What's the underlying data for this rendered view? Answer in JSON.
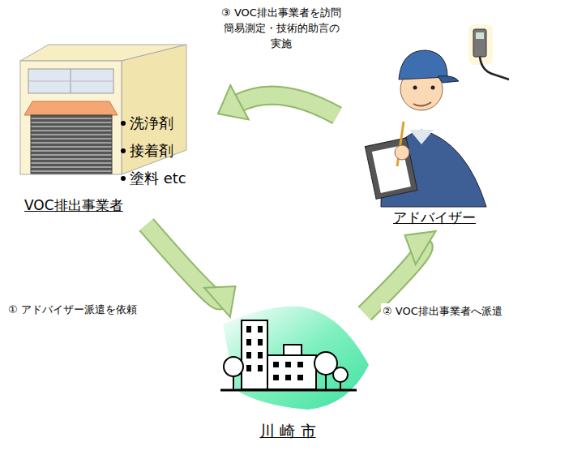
{
  "diagram": {
    "nodes": [
      {
        "text": [
          "VOC排出事業者"
        ]
      },
      {
        "text": [
          "アドバイザー"
        ]
      },
      {
        "text": [
          "川 崎 市"
        ]
      }
    ],
    "edges": [
      {
        "from": 0,
        "to": 2,
        "arrow": "to",
        "label": "① アドバイザー派遣を依頼"
      },
      {
        "from": 2,
        "to": 1,
        "arrow": "to",
        "label": "② VOC排出事業者へ派遣"
      },
      {
        "from": 1,
        "to": 0,
        "arrow": "to",
        "label": "③ VOC排出事業者を訪問 簡易測定・技術的助言の実施"
      }
    ],
    "labels": [
      "洗浄剤",
      "接着剤",
      "塗料 etc"
    ]
  }
}
